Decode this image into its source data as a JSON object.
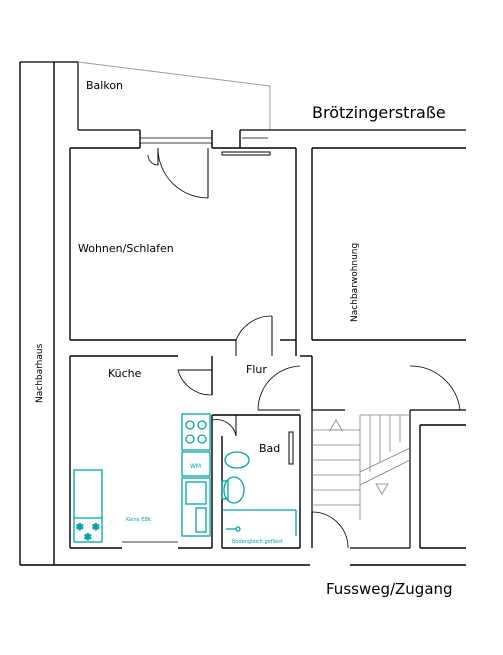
{
  "labels": {
    "balcony": "Balkon",
    "street_north": "Brötzingerstraße",
    "living_room": "Wohnen/Schlafen",
    "neighbor_flat": "Nachbarwohnung",
    "neighbor_house": "Nachbarhaus",
    "kitchen": "Küche",
    "hallway": "Flur",
    "bathroom": "Bad",
    "footpath": "Fussweg/Zugang",
    "washing_machine": "WM",
    "no_kitchen": "Keine EBK",
    "bathroom_floor": "Bodengleich gefliest"
  },
  "colors": {
    "wall": "#000000",
    "fixture": "#00a6a6",
    "stairs": "#808080",
    "background": "#ffffff"
  }
}
